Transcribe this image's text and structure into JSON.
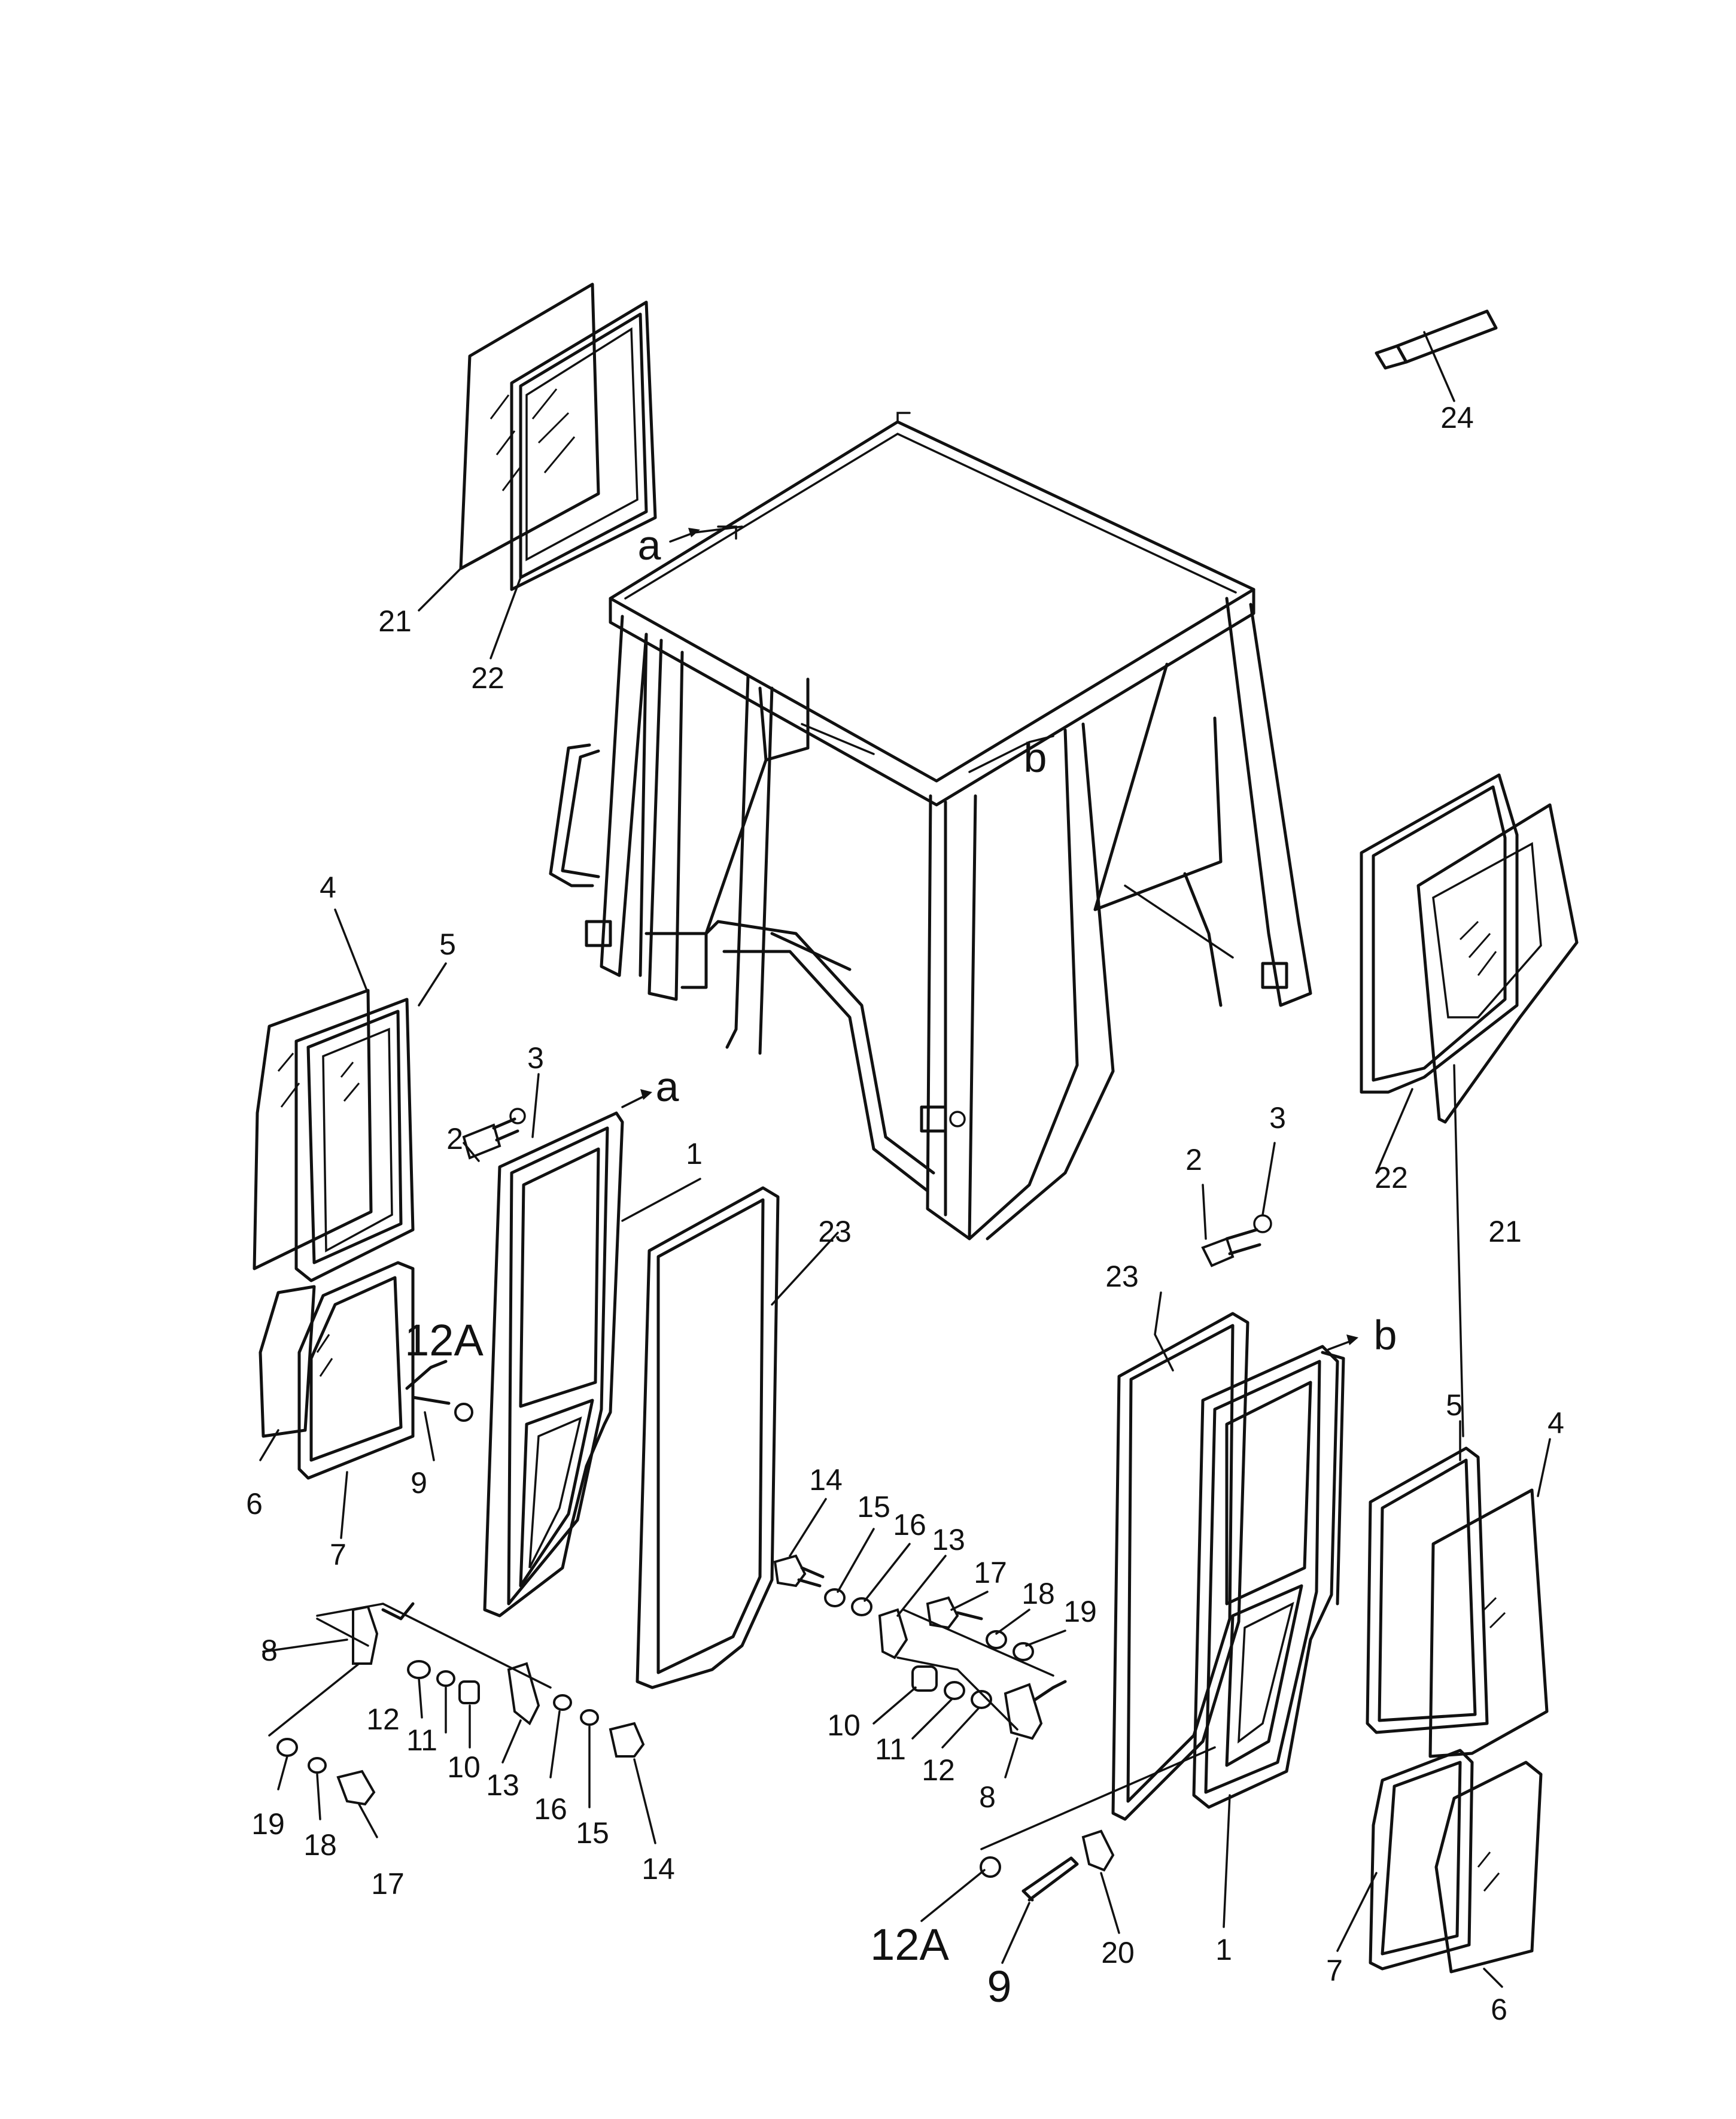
{
  "labels": {
    "p1": "1",
    "p2": "2",
    "p3": "3",
    "p4": "4",
    "p5": "5",
    "p6": "6",
    "p7": "7",
    "p8": "8",
    "p9": "9",
    "p10": "10",
    "p11": "11",
    "p12": "12",
    "p12a": "12A",
    "p13": "13",
    "p14": "14",
    "p15": "15",
    "p16": "16",
    "p17": "17",
    "p18": "18",
    "p19": "19",
    "p20": "20",
    "p21": "21",
    "p22": "22",
    "p23": "23",
    "p24": "24",
    "a": "a",
    "b": "b"
  }
}
